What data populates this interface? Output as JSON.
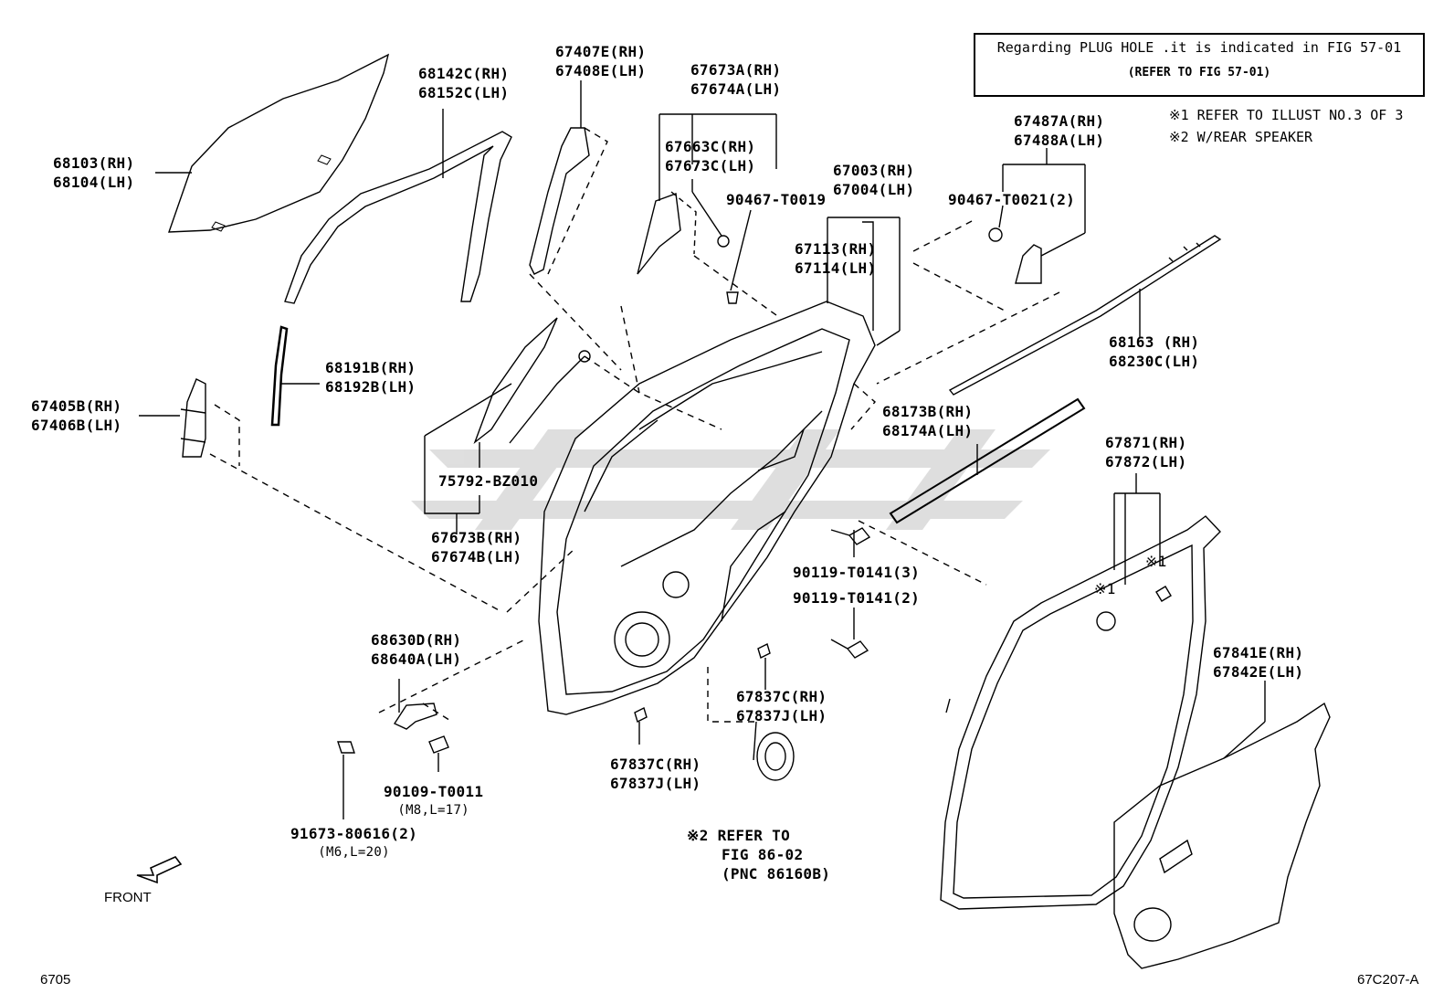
{
  "note_box": {
    "line1": "Regarding PLUG HOLE .it is indicated in FIG 57-01",
    "line2": "(REFER TO FIG 57-01)"
  },
  "legend": {
    "item1": "※1 REFER TO ILLUST NO.3 OF 3",
    "item2": "※2 W/REAR SPEAKER"
  },
  "parts": {
    "p68103": [
      "68103(RH)",
      "68104(LH)"
    ],
    "p68142": [
      "68142C(RH)",
      "68152C(LH)"
    ],
    "p67407": [
      "67407E(RH)",
      "67408E(LH)"
    ],
    "p67673a": [
      "67673A(RH)",
      "67674A(LH)"
    ],
    "p67663": [
      "67663C(RH)",
      "67673C(LH)"
    ],
    "p90467_19": [
      "90467-T0019"
    ],
    "p67003": [
      "67003(RH)",
      "67004(LH)"
    ],
    "p67113": [
      "67113(RH)",
      "67114(LH)"
    ],
    "p90467_21": [
      "90467-T0021(2)"
    ],
    "p67487": [
      "67487A(RH)",
      "67488A(LH)"
    ],
    "p68163": [
      "68163 (RH)",
      "68230C(LH)"
    ],
    "p68191": [
      "68191B(RH)",
      "68192B(LH)"
    ],
    "p67405": [
      "67405B(RH)",
      "67406B(LH)"
    ],
    "p75792": [
      "75792-BZ010"
    ],
    "p67673b": [
      "67673B(RH)",
      "67674B(LH)"
    ],
    "p68173": [
      "68173B(RH)",
      "68174A(LH)"
    ],
    "p67871": [
      "67871(RH)",
      "67872(LH)"
    ],
    "p90119_3": [
      "90119-T0141(3)"
    ],
    "p90119_2": [
      "90119-T0141(2)"
    ],
    "p68630": [
      "68630D(RH)",
      "68640A(LH)"
    ],
    "p67837_upper": [
      "67837C(RH)",
      "67837J(LH)"
    ],
    "p67837_lower": [
      "67837C(RH)",
      "67837J(LH)"
    ],
    "p67841": [
      "67841E(RH)",
      "67842E(LH)"
    ],
    "p90109": [
      "90109-T0011",
      "(M8,L=17)"
    ],
    "p91673": [
      "91673-80616(2)",
      "(M6,L=20)"
    ],
    "p86160": [
      "※2 REFER TO",
      "FIG 86-02",
      "(PNC 86160B)"
    ]
  },
  "marks": {
    "ref1a": "※1",
    "ref1b": "※1"
  },
  "front_label": "FRONT",
  "footer": {
    "left_code": "6705",
    "right_code": "67C207-A"
  }
}
